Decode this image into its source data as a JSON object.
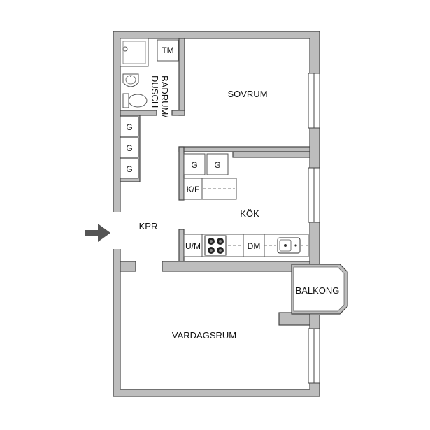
{
  "rooms": {
    "sovrum": "SOVRUM",
    "kok": "KÖK",
    "kpr": "KPR",
    "vardagsrum": "VARDAGSRUM",
    "balkong": "BALKONG",
    "badrum_line1": "BADRUM/",
    "badrum_line2": "DUSCH"
  },
  "fixtures": {
    "tm": "TM",
    "wardrobe": "G",
    "kf": "K/F",
    "um": "U/M",
    "dm": "DM"
  },
  "icons": {
    "entrance": "entrance-arrow-icon",
    "shower": "shower-icon",
    "sink": "sink-icon",
    "toilet": "toilet-icon",
    "stove": "stove-icon",
    "kitchen_sink": "kitchen-sink-icon"
  },
  "colors": {
    "wall": "#bdbdbd",
    "outline": "#444444",
    "arrow": "#555555",
    "background": "#ffffff"
  }
}
